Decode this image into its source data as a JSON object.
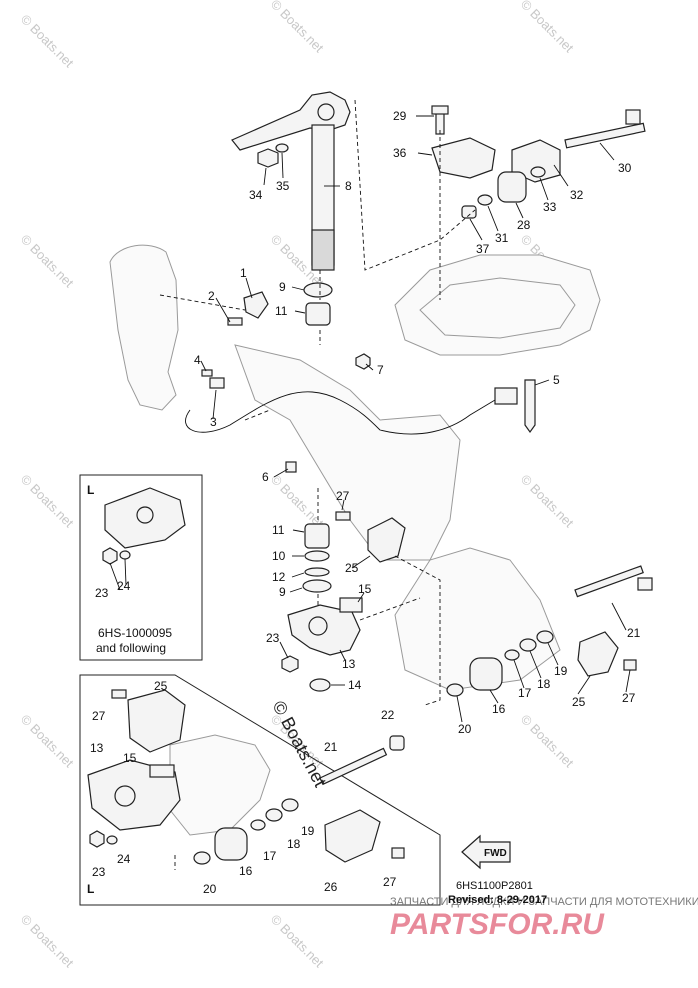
{
  "callouts": [
    {
      "id": "c1",
      "label": "1"
    },
    {
      "id": "c2",
      "label": "2"
    },
    {
      "id": "c3",
      "label": "3"
    },
    {
      "id": "c4",
      "label": "4"
    },
    {
      "id": "c5",
      "label": "5"
    },
    {
      "id": "c6",
      "label": "6"
    },
    {
      "id": "c7",
      "label": "7"
    },
    {
      "id": "c8",
      "label": "8"
    },
    {
      "id": "c9a",
      "label": "9"
    },
    {
      "id": "c9b",
      "label": "9"
    },
    {
      "id": "c10",
      "label": "10"
    },
    {
      "id": "c11a",
      "label": "11"
    },
    {
      "id": "c11b",
      "label": "11"
    },
    {
      "id": "c12",
      "label": "12"
    },
    {
      "id": "c13a",
      "label": "13"
    },
    {
      "id": "c13b",
      "label": "13"
    },
    {
      "id": "c14",
      "label": "14"
    },
    {
      "id": "c15a",
      "label": "15"
    },
    {
      "id": "c15b",
      "label": "15"
    },
    {
      "id": "c16a",
      "label": "16"
    },
    {
      "id": "c16b",
      "label": "16"
    },
    {
      "id": "c17a",
      "label": "17"
    },
    {
      "id": "c17b",
      "label": "17"
    },
    {
      "id": "c18a",
      "label": "18"
    },
    {
      "id": "c18b",
      "label": "18"
    },
    {
      "id": "c19a",
      "label": "19"
    },
    {
      "id": "c19b",
      "label": "19"
    },
    {
      "id": "c20a",
      "label": "20"
    },
    {
      "id": "c20b",
      "label": "20"
    },
    {
      "id": "c21a",
      "label": "21"
    },
    {
      "id": "c21b",
      "label": "21"
    },
    {
      "id": "c22",
      "label": "22"
    },
    {
      "id": "c23a",
      "label": "23"
    },
    {
      "id": "c23b",
      "label": "23"
    },
    {
      "id": "c23c",
      "label": "23"
    },
    {
      "id": "c24a",
      "label": "24"
    },
    {
      "id": "c24b",
      "label": "24"
    },
    {
      "id": "c25a",
      "label": "25"
    },
    {
      "id": "c25b",
      "label": "25"
    },
    {
      "id": "c25c",
      "label": "25"
    },
    {
      "id": "c26",
      "label": "26"
    },
    {
      "id": "c27a",
      "label": "27"
    },
    {
      "id": "c27b",
      "label": "27"
    },
    {
      "id": "c27c",
      "label": "27"
    },
    {
      "id": "c27d",
      "label": "27"
    },
    {
      "id": "c28",
      "label": "28"
    },
    {
      "id": "c29",
      "label": "29"
    },
    {
      "id": "c30",
      "label": "30"
    },
    {
      "id": "c31",
      "label": "31"
    },
    {
      "id": "c32",
      "label": "32"
    },
    {
      "id": "c33",
      "label": "33"
    },
    {
      "id": "c34",
      "label": "34"
    },
    {
      "id": "c35",
      "label": "35"
    },
    {
      "id": "c36",
      "label": "36"
    },
    {
      "id": "c37",
      "label": "37"
    }
  ],
  "inset_top": {
    "marker": "L",
    "caption_line1": "6HS-1000095",
    "caption_line2": "and following"
  },
  "inset_bottom": {
    "marker": "L"
  },
  "watermark": {
    "text": "© Boats.net",
    "center_text": "© Boats.net"
  },
  "footer": {
    "diagram_code": "6HS1100P2801",
    "revised": "Revised: 8-29-2017",
    "ru_line": "ЗАПЧАСТИ ДЛЯ ЛОДКИ И ЗАПЧАСТИ ДЛЯ МОТОТЕХНИКИ",
    "brand": "PARTSFOR.RU",
    "fwd": "FWD"
  },
  "colors": {
    "line": "#222222",
    "brand": "#e88a9a",
    "watermark": "#c8c8c8"
  }
}
